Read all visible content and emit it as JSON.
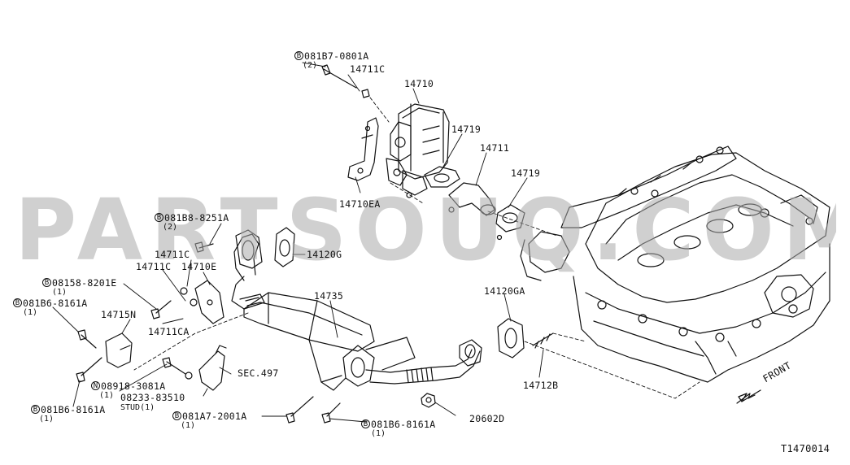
{
  "watermark": "PARTSOUQ.COM",
  "diagram_code": "T1470014",
  "front_label": "FRONT",
  "labels": {
    "b_081b7_0801a": "081B7-0801A",
    "b_081b7_0801a_qty": "(2)",
    "p14711c_top": "14711C",
    "p14710": "14710",
    "p14719_a": "14719",
    "p14711": "14711",
    "p14719_b": "14719",
    "p14710ea": "14710EA",
    "b_081b8_8251a": "081B8-8251A",
    "b_081b8_8251a_qty": "(2)",
    "p14120g": "14120G",
    "p14711c_mid": "14711C",
    "p14711c_left": "14711C",
    "p14710e": "14710E",
    "b_08158_8201e": "08158-8201E",
    "b_08158_8201e_qty": "(1)",
    "p14735": "14735",
    "p14120ga": "14120GA",
    "b_081b6_8161a_1": "081B6-8161A",
    "b_081b6_8161a_1_qty": "(1)",
    "p14715n": "14715N",
    "p14711ca": "14711CA",
    "sec497": "SEC.497",
    "n_08918_3081a": "08918-3081A",
    "n_08918_3081a_qty": "(1)",
    "stud_08233": "08233-83510",
    "stud_label": "STUD(1)",
    "b_081b6_8161a_2": "081B6-8161A",
    "b_081b6_8161a_2_qty": "(1)",
    "b_081a7_2001a": "081A7-2001A",
    "b_081a7_2001a_qty": "(1)",
    "b_081b6_8161a_3": "081B6-8161A",
    "b_081b6_8161a_3_qty": "(1)",
    "p20602d": "20602D",
    "p14712b": "14712B"
  },
  "symbols": {
    "bolt": "B",
    "nut": "N"
  }
}
